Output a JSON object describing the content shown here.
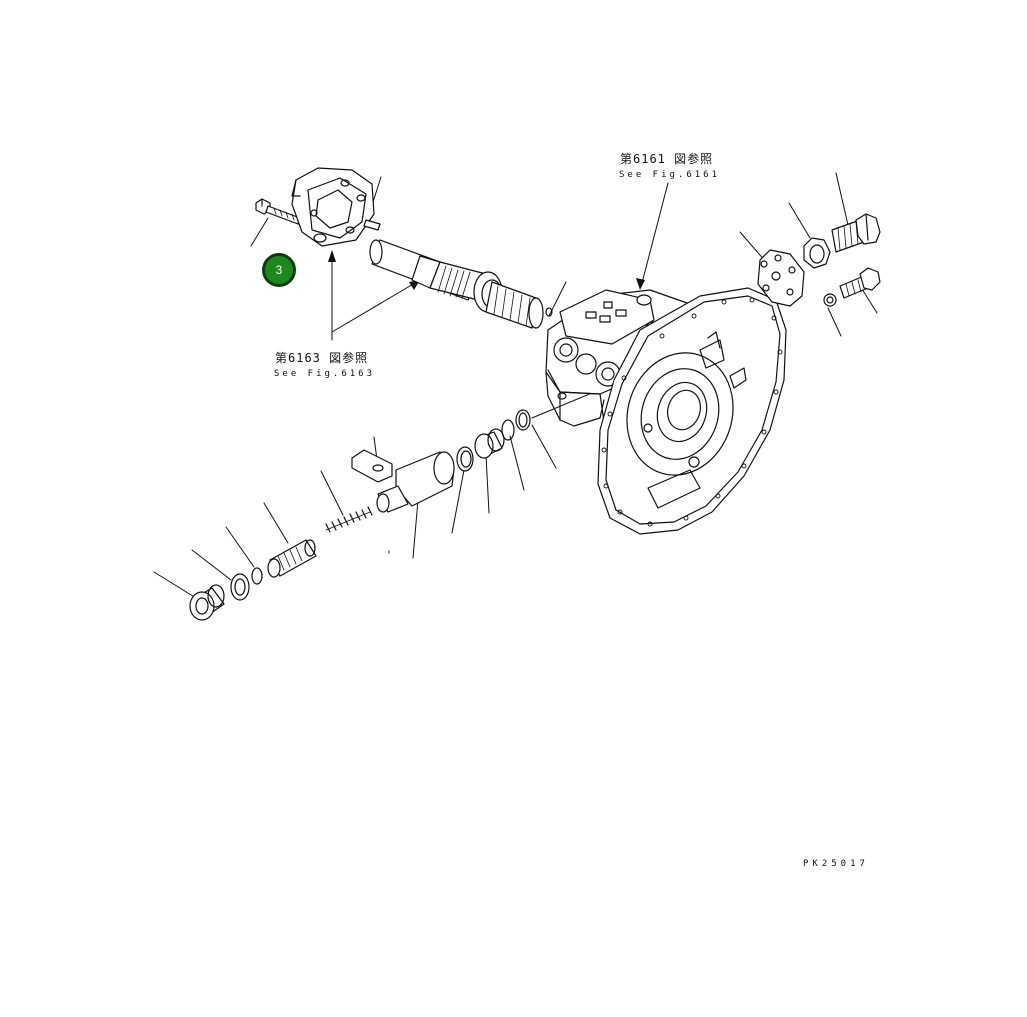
{
  "references": {
    "upper": {
      "jp": "第6161 図参照",
      "en": "See Fig.6161"
    },
    "left": {
      "jp": "第6163 図参照",
      "en": "See Fig.6163"
    }
  },
  "callout": {
    "number": "3",
    "color": "#1b8a1b"
  },
  "drawing_code": "PK25017"
}
